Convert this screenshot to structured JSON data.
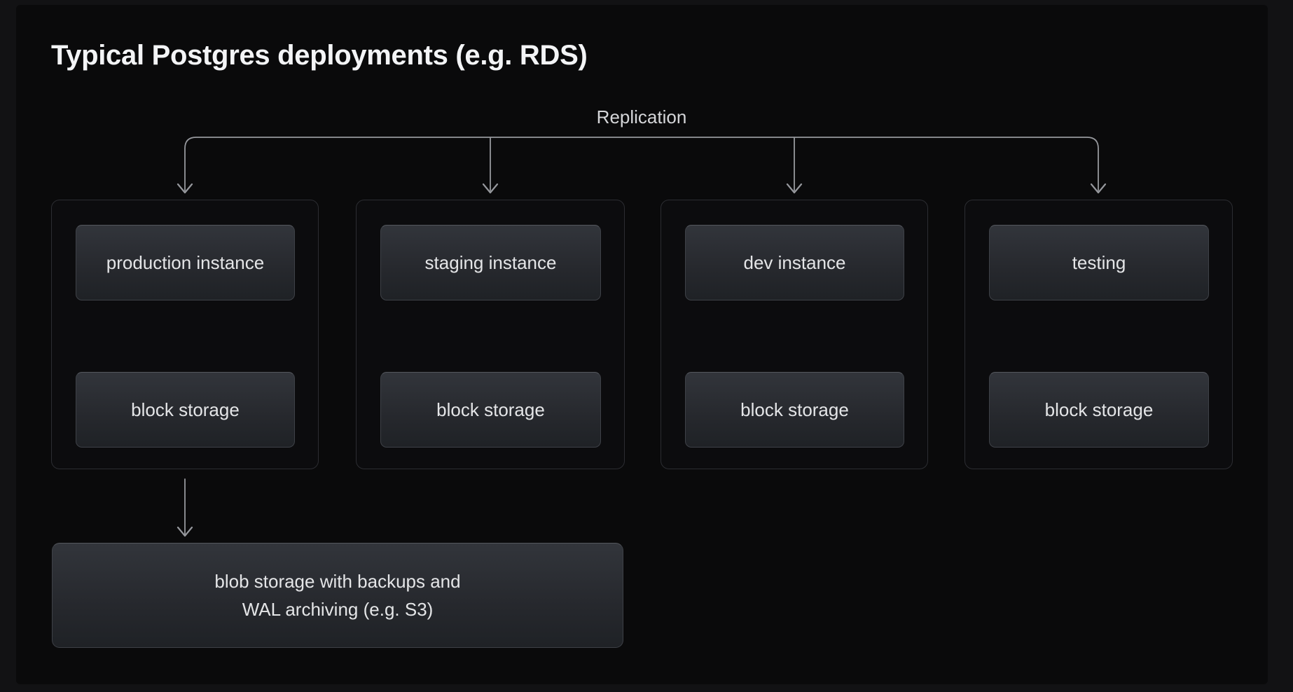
{
  "title": "Typical Postgres deployments (e.g. RDS)",
  "replication": {
    "label": "Replication",
    "targets": [
      "production",
      "staging",
      "dev",
      "testing"
    ]
  },
  "groups": [
    {
      "name": "production",
      "instance_label": "production instance",
      "storage_label": "block storage"
    },
    {
      "name": "staging",
      "instance_label": "staging instance",
      "storage_label": "block storage"
    },
    {
      "name": "dev",
      "instance_label": "dev instance",
      "storage_label": "block storage"
    },
    {
      "name": "testing",
      "instance_label": "testing",
      "storage_label": "block storage"
    }
  ],
  "blob": {
    "line1": "blob storage with backups and",
    "line2": "WAL archiving (e.g. S3)"
  },
  "connections": [
    {
      "type": "fanout-down",
      "label": "Replication",
      "targets": [
        "production",
        "staging",
        "dev",
        "testing"
      ]
    },
    {
      "type": "bidirectional",
      "from": "instance",
      "to": "block storage",
      "applies_to": "every group"
    },
    {
      "type": "arrow-down",
      "from": "production group",
      "to": "blob storage"
    }
  ],
  "colors": {
    "page_bg": "#121214",
    "panel_bg": "#0a0a0b",
    "title_color": "#f3f4f6",
    "secondary_text": "#d5d6d9",
    "line_color": "#96989d",
    "group_bg": "#0c0c0e",
    "group_border": "#2c2d32",
    "node_border": "#3e4147",
    "node_border_top": "#54575d",
    "node_text": "#e4e5e7"
  }
}
